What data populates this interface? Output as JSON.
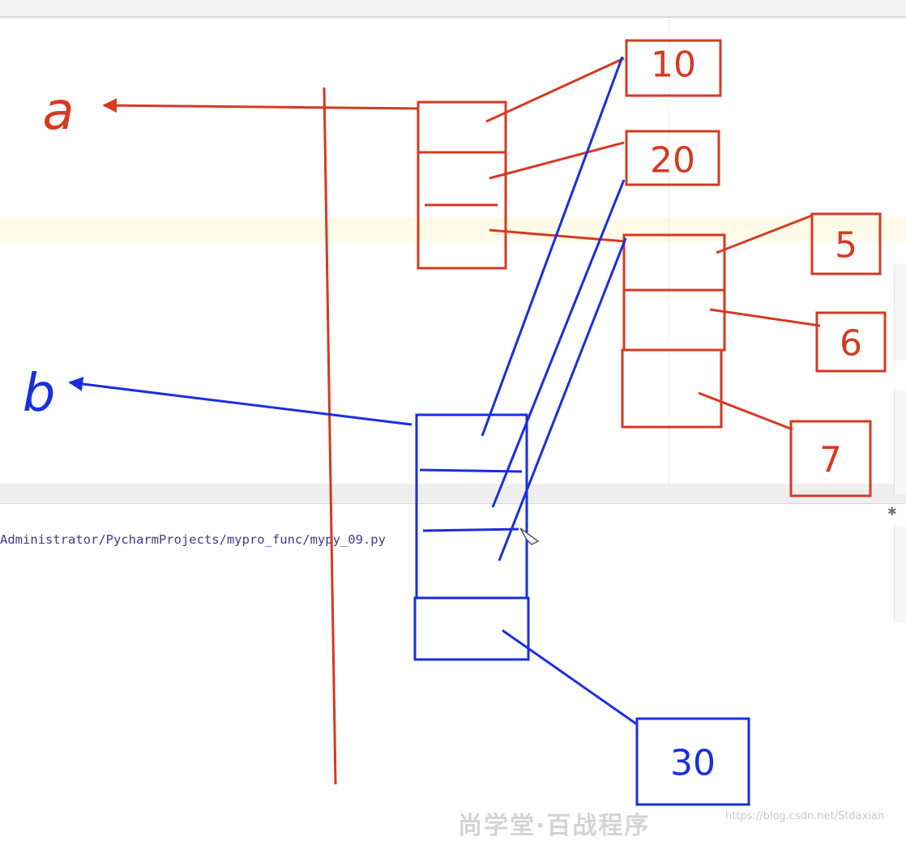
{
  "console": {
    "path": "Administrator/PycharmProjects/mypro_func/mypy_09.py"
  },
  "diagram": {
    "var_a": "a",
    "var_b": "b",
    "values": {
      "v10": "10",
      "v20": "20",
      "v5": "5",
      "v6": "6",
      "v7": "7",
      "v30": "30"
    }
  },
  "watermark": {
    "text": "https://blog.csdn.net/Stdaxian",
    "logo": "尚学堂·百战程序"
  },
  "colors": {
    "red": "#d53a22",
    "blue": "#1a2ee0"
  }
}
